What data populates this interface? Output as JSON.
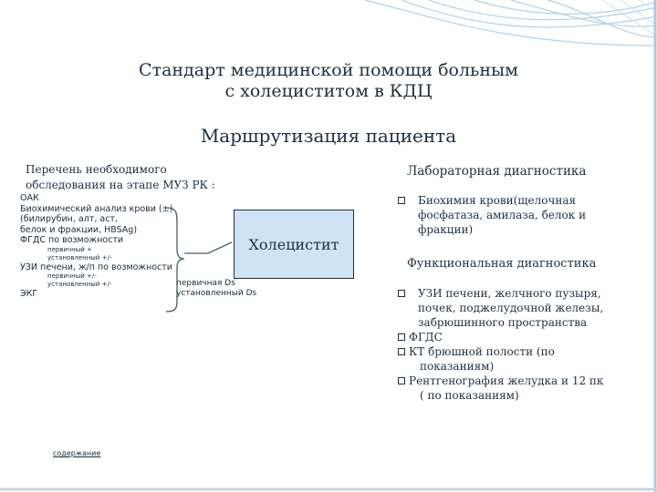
{
  "title": {
    "line1": "Стандарт медицинской помощи больным",
    "line2": "с холециститом в КДЦ"
  },
  "subtitle": "Маршрутизация пациента",
  "left_panel": {
    "heading_line1": "Перечень необходимого",
    "heading_line2": "обследования на этапе МУЗ РК :",
    "items": [
      {
        "text": "ОАК",
        "small": false
      },
      {
        "text": "Биохимический анализ крови (±)",
        "small": false
      },
      {
        "text": "(билирубин, алт, аст,",
        "small": false
      },
      {
        "text": "белок и фракции, HBSAg)",
        "small": false
      },
      {
        "text": "ФГДС по возможности",
        "small": false
      },
      {
        "text": "первичный +",
        "small": true
      },
      {
        "text": "установленный +/-",
        "small": true
      },
      {
        "text": "УЗИ печени, ж/п по возможности",
        "small": false
      },
      {
        "text": "первичный +/-",
        "small": true
      },
      {
        "text": "установленный +/-",
        "small": true
      },
      {
        "text": "ЭКГ",
        "small": false
      }
    ]
  },
  "center": {
    "label": "Холецистит",
    "note_line1": "первичная Ds",
    "note_line2": "установленный Ds"
  },
  "lab": {
    "heading": "Лабораторная диагностика",
    "item1_line1": "Биохимия крови(щелочная",
    "item1_line2": "фосфатаза, амилаза, белок и",
    "item1_line3": "фракции)"
  },
  "functional": {
    "heading": "Функциональная диагностика",
    "item1_line1": "УЗИ печени, желчного пузыря,",
    "item1_line2": "почек, поджелудочной железы,",
    "item1_line3": "забрюшинного пространства",
    "item2": "ФГДС",
    "item3_line1": "КТ брюшной полости (по",
    "item3_line2": "показаниям)",
    "item4_line1": "Рентгенография желудка и 12 пк",
    "item4_line2": "( по показаниям)"
  },
  "footer": {
    "contents_link": "содержание"
  },
  "colors": {
    "text": "#1f2e3d",
    "box_fill": "#cfe3f4",
    "deco_lines": "#9ec7e6"
  }
}
